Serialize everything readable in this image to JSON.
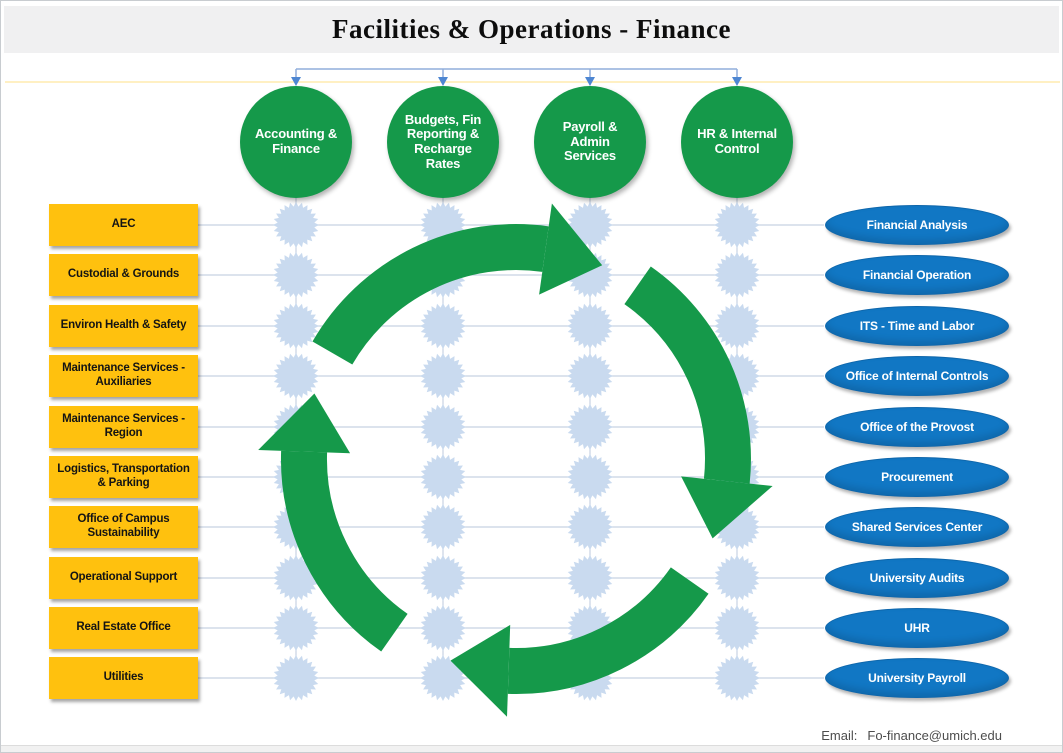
{
  "title": "Facilities & Operations - Finance",
  "functions": [
    "Accounting & Finance",
    "Budgets, Fin Reporting & Recharge Rates",
    "Payroll & Admin Services",
    "HR & Internal Control"
  ],
  "departments": [
    "AEC",
    "Custodial & Grounds",
    "Environ Health & Safety",
    "Maintenance Services - Auxiliaries",
    "Maintenance Services - Region",
    "Logistics, Transportation & Parking",
    "Office of Campus Sustainability",
    "Operational Support",
    "Real Estate Office",
    "Utilities"
  ],
  "partners": [
    "Financial Analysis",
    "Financial Operation",
    "ITS - Time and Labor",
    "Office of Internal Controls",
    "Office of the Provost",
    "Procurement",
    "Shared Services Center",
    "University Audits",
    "UHR",
    "University Payroll"
  ],
  "footer": {
    "label": "Email:",
    "email": "Fo-finance@umich.edu"
  },
  "colors": {
    "green": "#15994A",
    "gold": "#FFC10E",
    "blue": "#1177C4",
    "starburst": "#C9DAEF",
    "grid": "#C7D2E2",
    "guide": "#FFE79F",
    "connector": "#90AEDC",
    "connector_arrow": "#4E86D2",
    "title_band": "#F0F0F1"
  }
}
